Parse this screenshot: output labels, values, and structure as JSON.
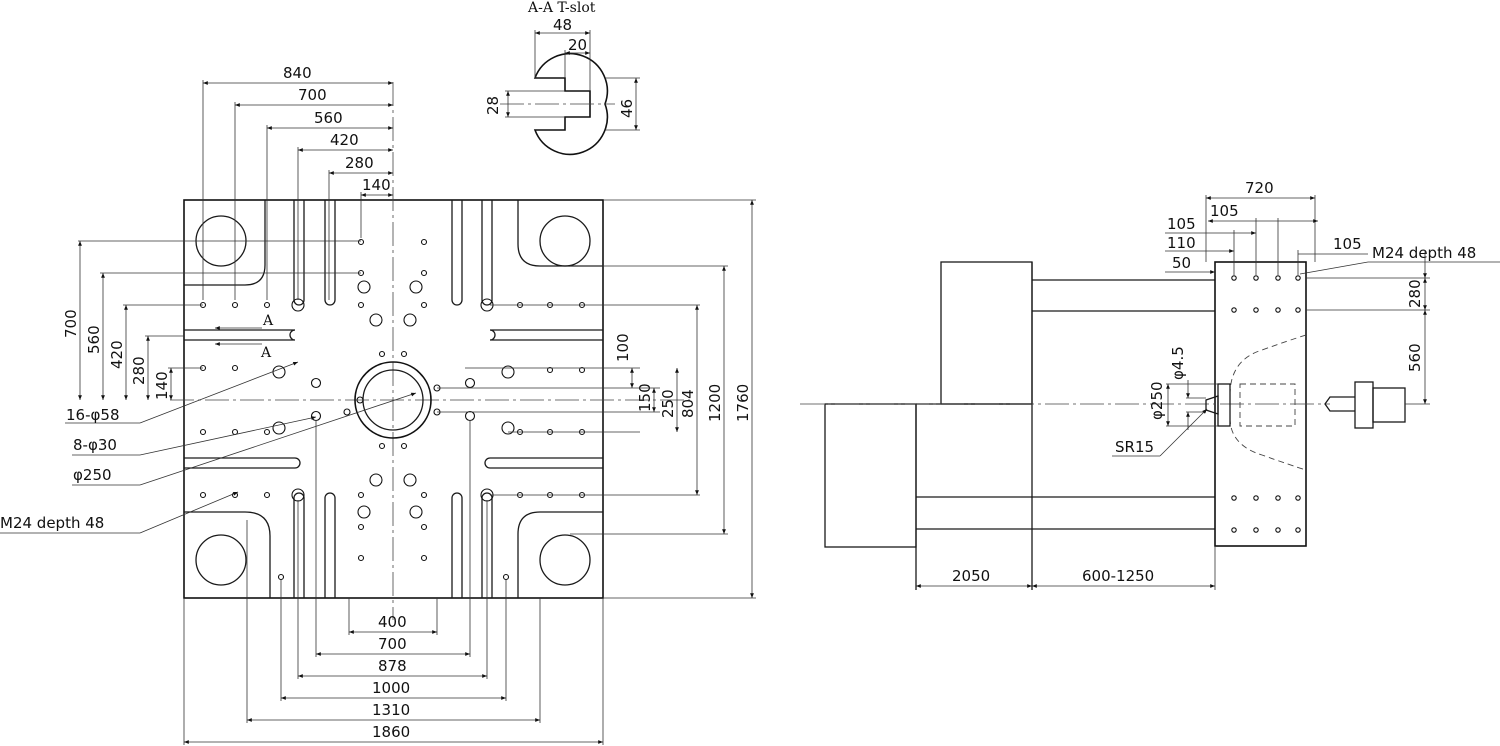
{
  "section_view": {
    "title": "A-A  T-slot",
    "dims": {
      "top_width": "48",
      "neck_width": "20",
      "neck_height": "28",
      "total_height": "46"
    }
  },
  "front_view": {
    "top_dims": [
      "840",
      "700",
      "560",
      "420",
      "280",
      "140"
    ],
    "left_dims": [
      "700",
      "560",
      "420",
      "280",
      "140"
    ],
    "right_dims": [
      "100",
      "150",
      "250",
      "804",
      "1200",
      "1760"
    ],
    "bottom_dims": [
      "400",
      "700",
      "878",
      "1000",
      "1310",
      "1860"
    ],
    "section_marks": [
      "A",
      "A"
    ],
    "callouts": {
      "large_holes": "16-φ58",
      "small_holes": "8-φ30",
      "locating_ring": "φ250",
      "threaded_holes": "M24 depth 48"
    }
  },
  "side_view": {
    "top_dims": [
      "720",
      "105",
      "105",
      "110",
      "50",
      "105"
    ],
    "right_dims": [
      "280",
      "560"
    ],
    "nozzle_dims": [
      "φ4.5",
      "φ250"
    ],
    "sr_label": "SR15",
    "thread_label": "M24 depth 48",
    "bottom_dims": [
      "2050",
      "600-1250"
    ]
  }
}
